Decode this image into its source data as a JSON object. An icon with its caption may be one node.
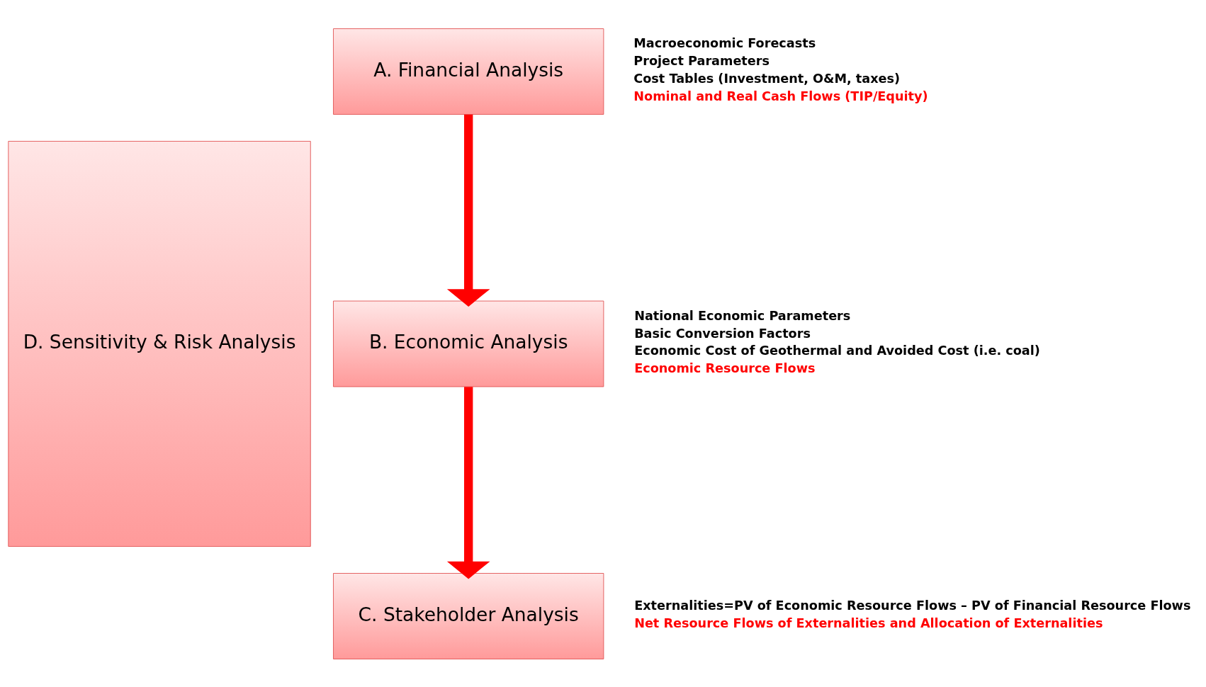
{
  "diagram": {
    "nodes": [
      {
        "text": [
          "D. Sensitivity & Risk Analysis"
        ]
      },
      {
        "text": [
          "A. Financial Analysis"
        ],
        "beside": [
          "Macroeconomic Forecasts",
          "Project Parameters",
          "Cost Tables (Investment, O&M, taxes)",
          "Nominal and Real Cash Flows (TIP/Equity)"
        ]
      },
      {
        "text": [
          "B. Economic Analysis"
        ],
        "beside": [
          "National Economic Parameters",
          "Basic Conversion Factors",
          "Economic Cost of Geothermal and Avoided Cost (i.e. coal)",
          "Economic Resource Flows"
        ]
      },
      {
        "text": [
          "C. Stakeholder Analysis"
        ],
        "beside": [
          "Externalities=PV of Economic Resource Flows – PV of Financial Resource Flows",
          "Net Resource Flows of Externalities and Allocation of Externalities"
        ]
      }
    ],
    "edges": [
      {
        "from": 1,
        "to": 2,
        "arrow": "to"
      },
      {
        "from": 2,
        "to": 3,
        "arrow": "to"
      }
    ]
  }
}
